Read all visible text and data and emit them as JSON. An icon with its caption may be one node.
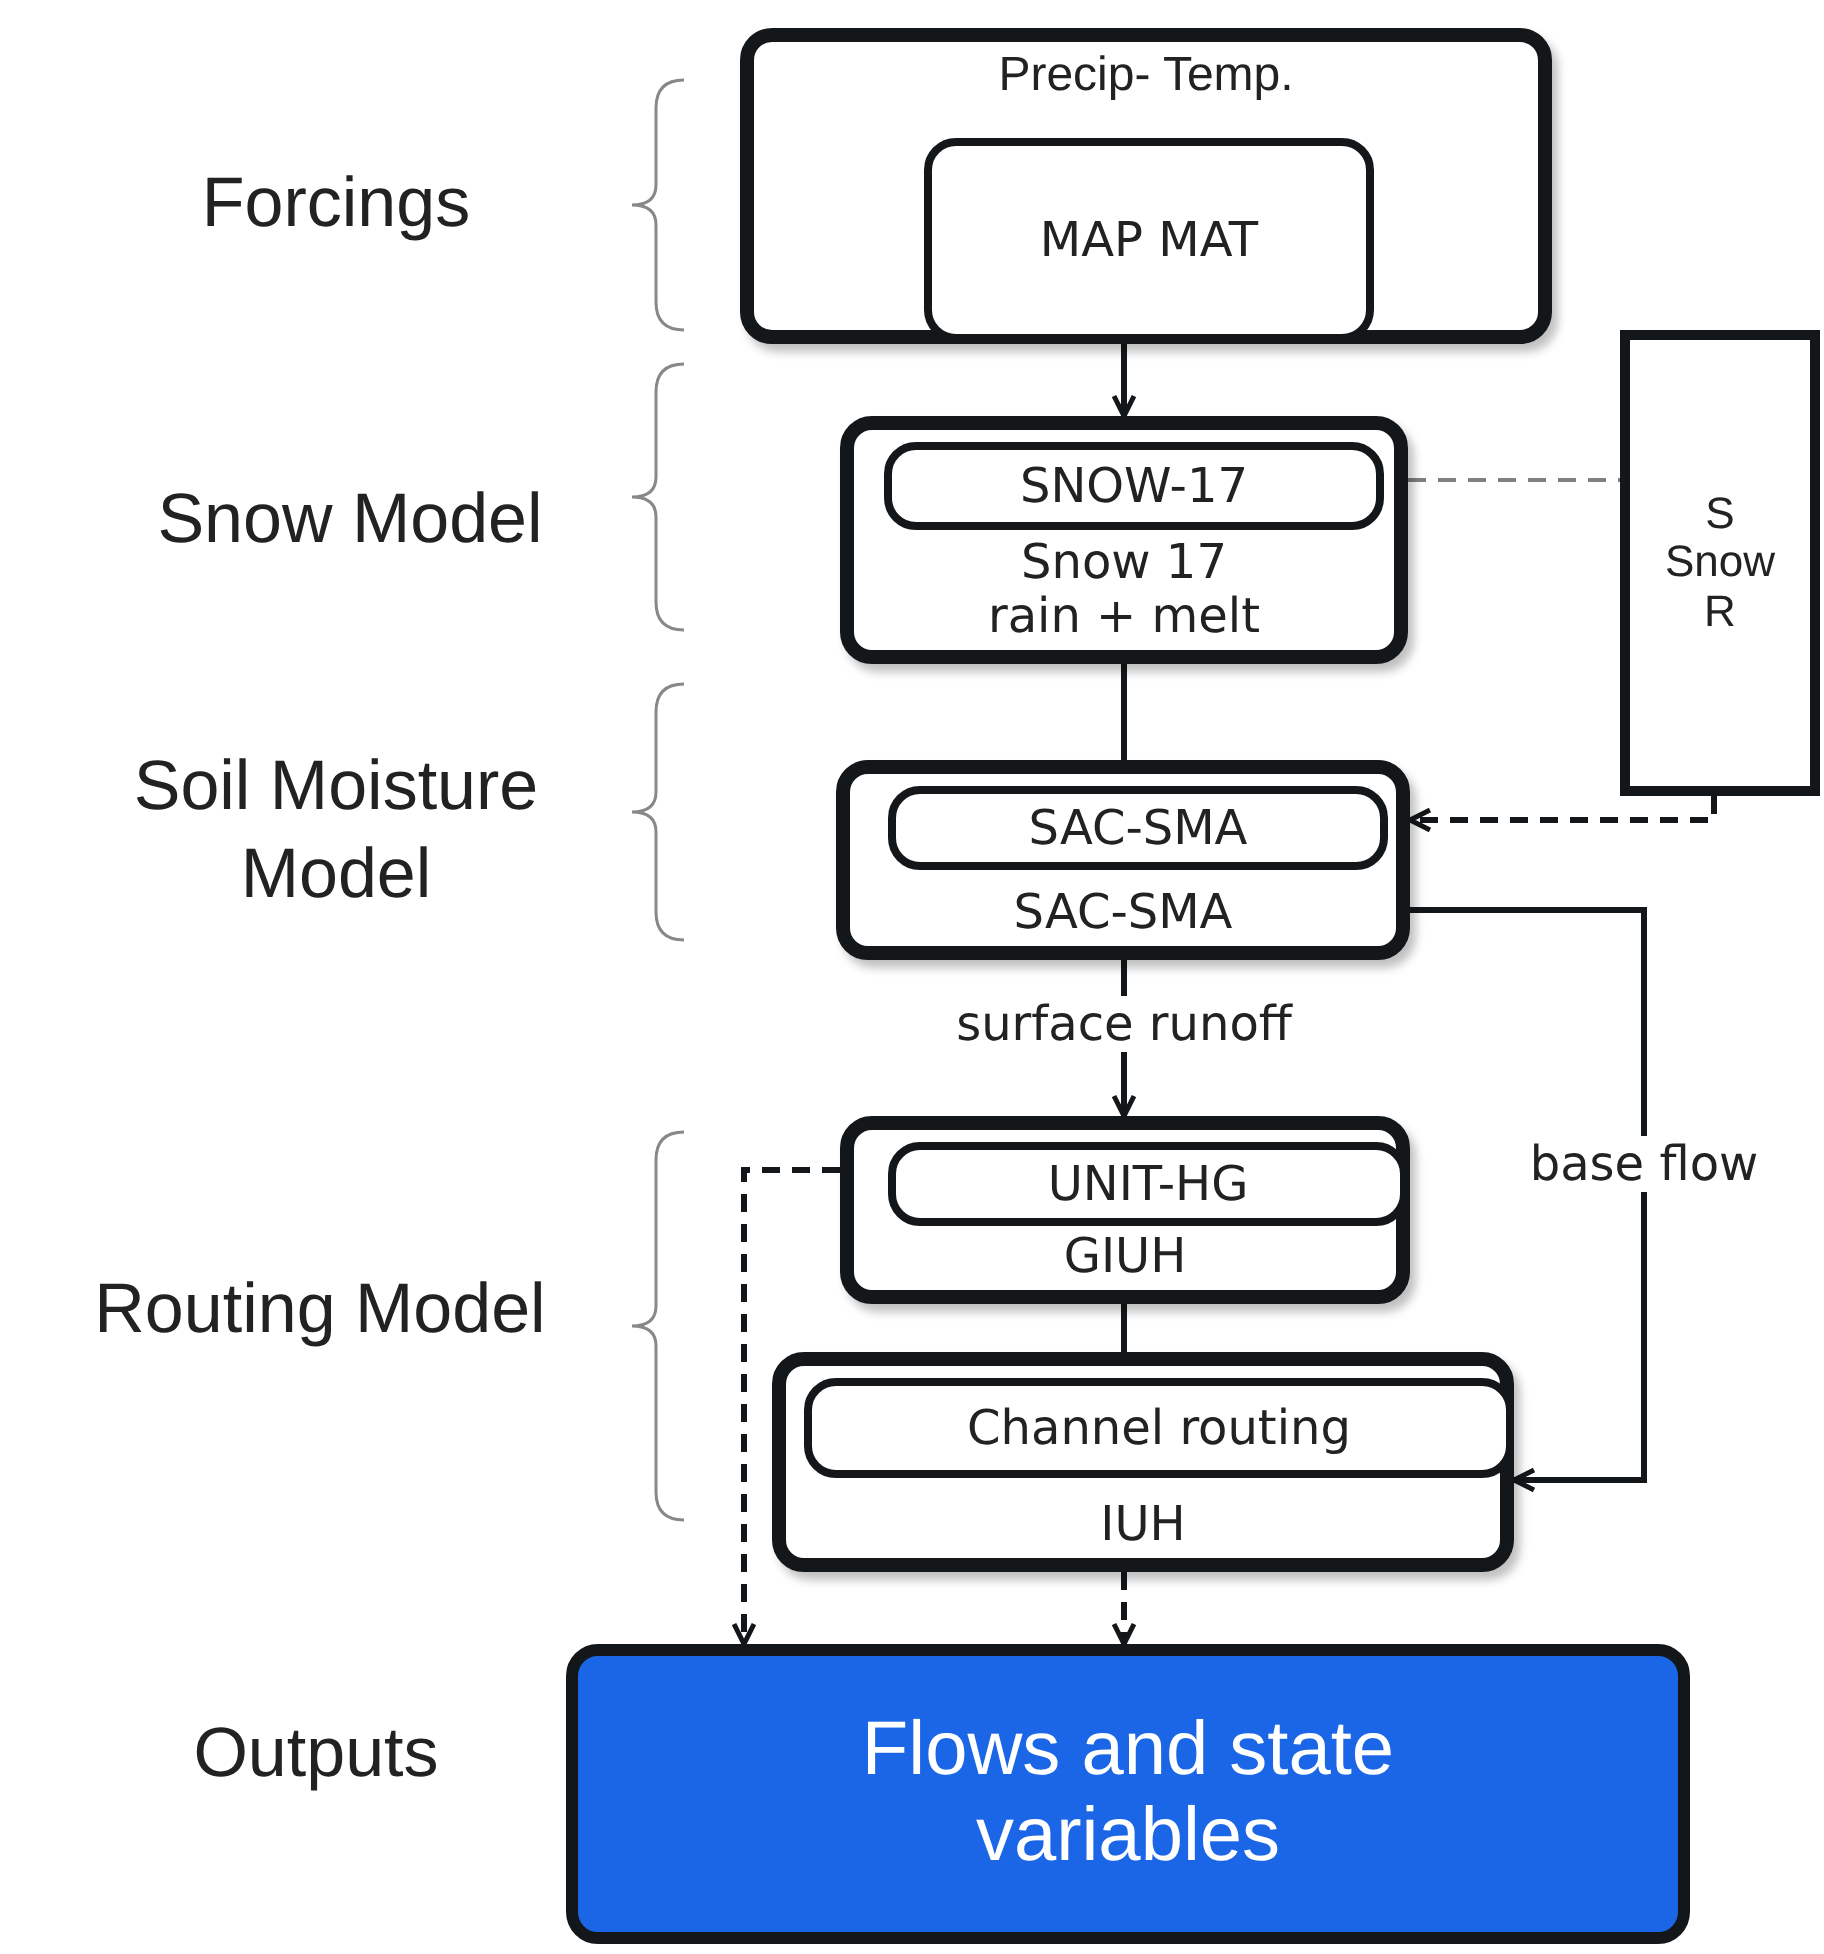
{
  "diagram": {
    "nodes": [
      {
        "text": [
          "Precip- Temp."
        ]
      },
      {
        "text": [
          "MAP MAT"
        ],
        "in": 0
      },
      {
        "text": [
          "Snow 17",
          "rain + melt"
        ]
      },
      {
        "text": [
          "SNOW-17"
        ],
        "in": 2
      },
      {
        "text": [
          "S",
          "Snow",
          "R"
        ]
      },
      {
        "text": [
          "SAC-SMA"
        ]
      },
      {
        "text": [
          "SAC-SMA"
        ],
        "in": 5
      },
      {
        "text": [
          "GIUH"
        ]
      },
      {
        "text": [
          "UNIT-HG"
        ],
        "in": 7
      },
      {
        "text": [
          "IUH"
        ]
      },
      {
        "text": [
          "Channel routing"
        ],
        "in": 9
      },
      {
        "text": [
          "Flows and state variables"
        ]
      }
    ],
    "edges": [
      {
        "from": 0,
        "to": 2,
        "arrow": "to"
      },
      {
        "from": 2,
        "to": 5,
        "arrow": "none"
      },
      {
        "from": 2,
        "to": 4,
        "arrow": "none",
        "style": "dashed",
        "color": "#808080"
      },
      {
        "from": 4,
        "to": 5,
        "arrow": "to",
        "style": "dashed"
      },
      {
        "from": 5,
        "to": 7,
        "arrow": "to",
        "label": "surface runoff"
      },
      {
        "from": 5,
        "to": 9,
        "arrow": "to",
        "label": "base flow"
      },
      {
        "from": 7,
        "to": 9,
        "arrow": "none"
      },
      {
        "from": 7,
        "to": 11,
        "arrow": "to",
        "style": "dashed"
      },
      {
        "from": 9,
        "to": 11,
        "arrow": "to",
        "style": "dashed"
      }
    ],
    "labels": [
      "Forcings",
      "Snow Model",
      "Soil Moisture Model",
      "Routing Model",
      "Outputs"
    ]
  }
}
